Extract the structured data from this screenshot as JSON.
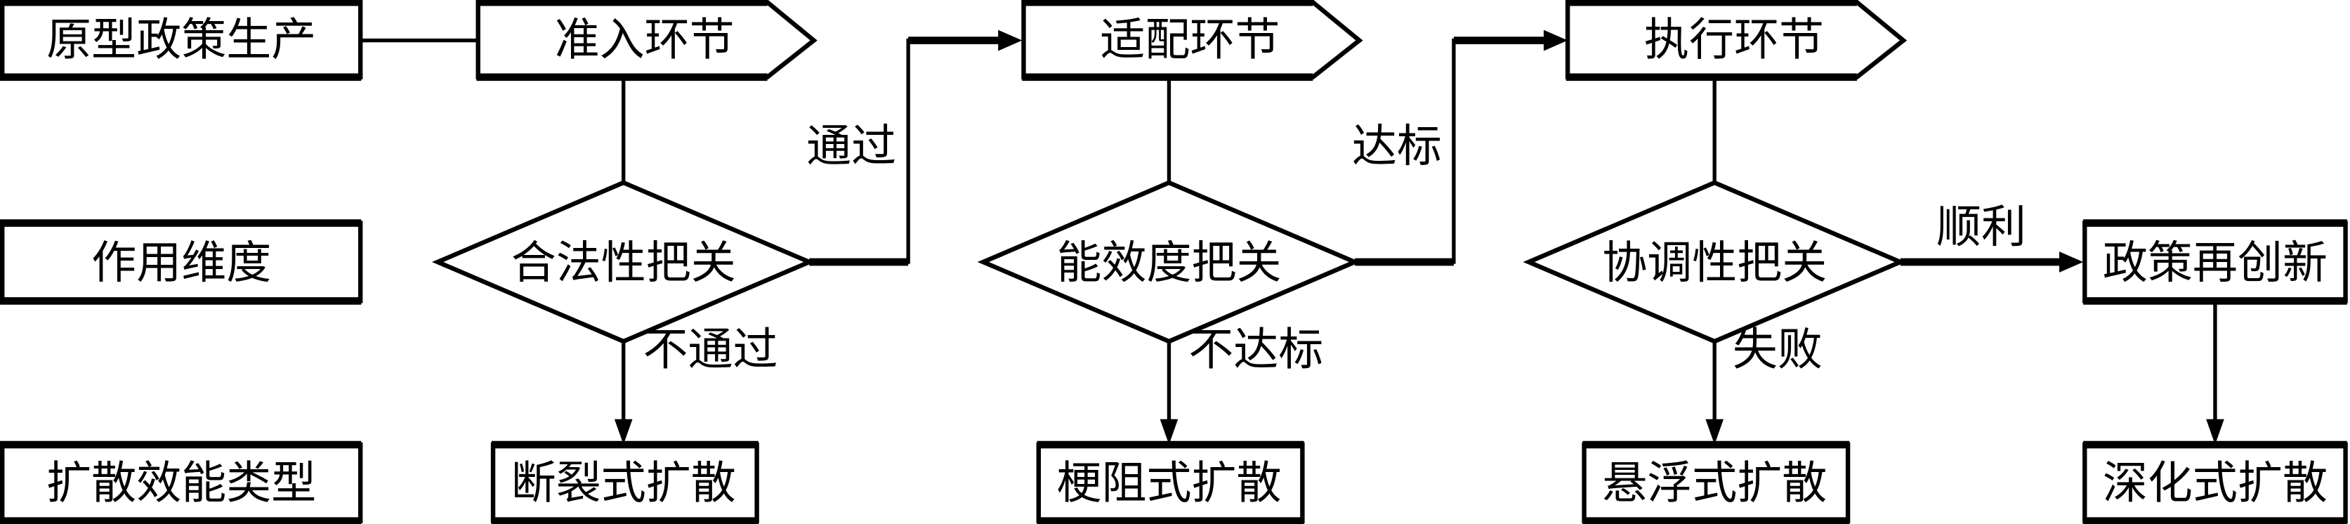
{
  "row_labels": {
    "stage": "原型政策生产",
    "dimension": "作用维度",
    "type": "扩散效能类型"
  },
  "stages": [
    {
      "label": "准入环节"
    },
    {
      "label": "适配环节"
    },
    {
      "label": "执行环节"
    }
  ],
  "gates": [
    {
      "label": "合法性把关",
      "pass_label": "通过",
      "fail_label": "不通过",
      "result": "断裂式扩散"
    },
    {
      "label": "能效度把关",
      "pass_label": "达标",
      "fail_label": "不达标",
      "result": "梗阻式扩散"
    },
    {
      "label": "协调性把关",
      "pass_label": "顺利",
      "fail_label": "失败",
      "result": "悬浮式扩散"
    }
  ],
  "final": {
    "innovation": "政策再创新",
    "result": "深化式扩散"
  },
  "colors": {
    "stroke": "#000000",
    "background": "#ffffff"
  }
}
